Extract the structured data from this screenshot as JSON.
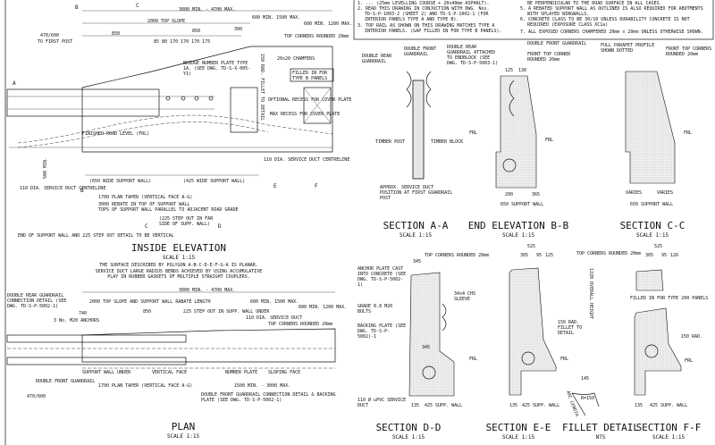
{
  "notes": {
    "items": [
      "1. ... (25mm LEVELLING COURSE + 20x40mm ASPHALT).",
      "2. READ THIS DRAWING IN CONJUCTION WITH DWG. Nos.",
      "TD-S-P-1003-2 (SHEET 2) AND TD-S-P-1002-1 (FOR",
      "INTERIOR PANELS TYPE A AND TYPE B).",
      "3. TOP RAIL AS SHOWN ON THIS DRAWING MATCHES TYPE A",
      "INTERIOR PANELS. (GAP FILLED IN FOR TYPE B PANELS).",
      "BE PERPENDICULAR TO THE ROAD SURFACE IN ALL CASES.",
      "5. A REBATED SUPPORT WALL AS OUTLINED IS ALSO REQUIRED FOR ABUTMENTS",
      "WITH SPLAYED WINGWALLS.",
      "6. CONCRETE CLASS TO BE 30/10 UNLESS DURABILITY CONCRETE IS NOT",
      "REQUIRED (EXPOSURE CLASS XC1a)",
      "7. ALL EXPOSED CORNERS CHAMFERED 20mm x 20mm UNLESS OTHERWISE SHOWN."
    ]
  },
  "inside_elevation": {
    "title": "INSIDE ELEVATION",
    "scale": "SCALE 1:15",
    "section_marks": [
      "A",
      "B",
      "C",
      "D",
      "E",
      "F"
    ],
    "dims": [
      "3000 MIN. - 4700 MAX.",
      "2000 TOP SLOPE",
      "600 MIN. 1500 MAX.",
      "600 MIN. 1200 MAX.",
      "470/600",
      "TO FIRST POST",
      "850",
      "850",
      "300",
      "85 80 170 170 170 175",
      "1700 PLAN TAPER (VERTICAL FACE A-G)",
      "3000 REBATE IN TOP OF SUPPORT WALL",
      "(650 WIDE SUPPORT WALL)",
      "(425 WIDE SUPPORT WALL)",
      "500 MIN."
    ],
    "labels": [
      "TOP CORNERS ROUNDED 20mm",
      "20x20 CHAMFERS",
      "BRIDGE NUMBER PLATE TYPE 1A. (SEE DWG. TD-S-X-005-Y1)",
      "FILLED IN FOR TYPE B PANELS",
      "OPTIONAL RECESS FOR COVER PLATE",
      "MAX RECESS FOR COVER PLATE",
      "150 RAD. FILLET TO DETAIL",
      "FINISHED ROAD LEVEL (FRL)",
      "110 DIA. SERVICE DUCT CENTRELINE",
      "110 DIA. SERVICE DUCT CENTRELINE",
      "TOPS OF SUPPORT WALL PARALLEL TO ADJACENT ROAD GRADE",
      "(225 STEP OUT IN FAR SIDE OF SUPP. WALL)",
      "END OF SUPPORT WALL AND 225 STEP OUT DETAIL TO BE VERTICAL"
    ],
    "notes": [
      "THE SURFACE DESCRIBED BY POLYGON A-B-C-D-E-F-G-A IS PLANAR.",
      "SERVICE DUCT LARGE RADIUS BENDS ACHIEVED BY USING ACCUMULATIVE",
      "PLAY IN RUBBER GASKETS OF MULTIPLE STRAIGHT COUPLERS."
    ]
  },
  "plan": {
    "title": "PLAN",
    "scale": "SCALE 1:15",
    "dims": [
      "3000 MIN. - 4700 MAX.",
      "2000 TOP SLOPE AND SUPPORT WALL RABATE LENGTH",
      "600 MIN. 1500 MAX.",
      "600 MIN. 1200 MAX.",
      "740",
      "850",
      "1700 PLAN TAPER (VERTICAL FACE A-G)",
      "1500 MIN. - 3000 MAX.",
      "470/600"
    ],
    "labels": [
      "DOUBLE REAR GUARDRAIL CONNECTION DETAIL (SEE DWG. TD-S-P-5002-1)",
      "3 No. M20 ANCHORS",
      "225 STEP OUT IN SUPP. WALL UNDER",
      "110 DIA. SERVICE DUCT",
      "TOP CORNERS ROUNDED 20mm",
      "DOUBLE FRONT GUARDRAIL",
      "SUPPORT WALL UNDER",
      "VERTICAL FACE",
      "NUMBER PLATE",
      "SLOPING FACE",
      "DOUBLE FRONT GUARDRAIL CONNECTION DETAIL & BACKING PLATE (SEE DWG. TD-S-P-5002-1)"
    ]
  },
  "sections": [
    {
      "title": "SECTION A-A",
      "scale": "SCALE 1:15",
      "labels": [
        "DOUBLE REAR GUARDRAIL",
        "DOUBLE FRONT GUARDRAIL",
        "TIMBER POST",
        "TIMBER BLOCK",
        "APPROX. SERVICE DUCT POSITION AT FIRST GUARDRAIL POST",
        "FRL"
      ]
    },
    {
      "title": "END ELEVATION B-B",
      "scale": "SCALE 1:15",
      "labels": [
        "DOUBLE REAR GUARDRAIL ATTACHED TO ENDBLOCK (SEE DWG. TD-S-P-5003-1)",
        "DOUBLE FRONT GUARDRAIL",
        "FRONT TOP CORNER ROUNDED 20mm",
        "650 SUPPORT WALL",
        "200",
        "365",
        "125",
        "130",
        "FRL"
      ]
    },
    {
      "title": "SECTION C-C",
      "scale": "SCALE 1:15",
      "labels": [
        "FULL PARAPET PROFILE SHOWN DOTTED",
        "FRONT TOP CORNERS ROUNDED 20mm",
        "VARIES",
        "VARIES",
        "650 SUPPORT WALL",
        "FRL"
      ]
    },
    {
      "title": "SECTION D-D",
      "scale": "SCALE 1:15",
      "labels": [
        "ANCHOR PLATE CAST INTO CONCRETE (SEE DWG. TD-S-P-5002-1)",
        "GRADE 8.8 M20 BOLTS",
        "BACKING PLATE (SEE DWG. TD-S-P-5002)-1",
        "34x4 CHS SLEEVE",
        "110 Ø uPVC SERVICE DUCT",
        "TOP CORNERS ROUNDED 20mm",
        "345",
        "345",
        "135",
        "425 SUPP. WALL",
        "FRL"
      ]
    },
    {
      "title": "SECTION E-E",
      "scale": "SCALE 1:15",
      "labels": [
        "525",
        "305",
        "95",
        "125",
        "TOP CORNERS ROUNDED 20mm",
        "150 RAD. FILLET TO DETAIL",
        "1220 OVERALL HEIGHT",
        "135",
        "425 SUPP. WALL",
        "FRL"
      ]
    },
    {
      "title": "FILLET DETAIL",
      "scale": "NTS",
      "labels": [
        "145",
        "R=150",
        "ARC LENGTH"
      ]
    },
    {
      "title": "SECTION F-F",
      "scale": "SCALE 1:15",
      "labels": [
        "525",
        "305",
        "95",
        "126",
        "FILLED IN FOR TYPE 200 PANELS",
        "150 RAD.",
        "135",
        "425 SUPP. WALL",
        "FRL"
      ]
    }
  ]
}
